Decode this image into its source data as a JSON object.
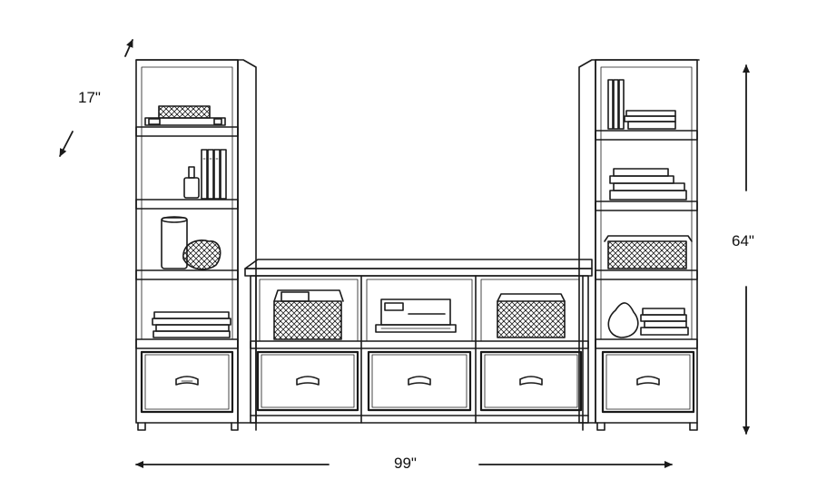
{
  "dimensions": {
    "depth": "17\"",
    "height": "64\"",
    "width": "99\""
  },
  "colors": {
    "line": "#1a1a1a",
    "drawer_fill": "#ffffff",
    "background": "#ffffff"
  }
}
